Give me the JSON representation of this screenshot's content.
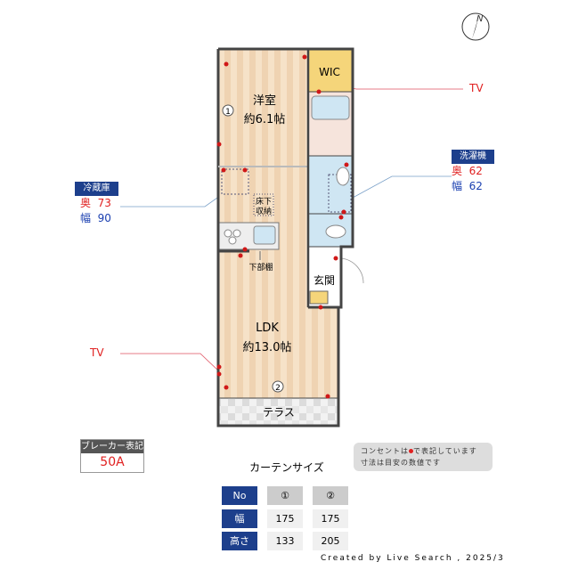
{
  "rooms": {
    "western": {
      "name": "洋室",
      "size": "約6.1帖"
    },
    "wic": "WIC",
    "ldk": {
      "name": "LDK",
      "size": "約13.0帖"
    },
    "entrance": "玄関",
    "underfloor": [
      "床下",
      "収納"
    ],
    "lower_shelf": "下部棚",
    "terrace": "テラス",
    "curtain_marks": [
      "1",
      "2"
    ]
  },
  "callouts": {
    "tv_top": "TV",
    "tv_left": "TV",
    "washer": {
      "title": "洗濯機",
      "depth_label": "奥",
      "depth": "62",
      "width_label": "幅",
      "width": "62"
    },
    "fridge": {
      "title": "冷蔵庫",
      "depth_label": "奥",
      "depth": "73",
      "width_label": "幅",
      "width": "90"
    }
  },
  "compass": "N",
  "breaker": {
    "label": "ブレーカー表記",
    "value": "50A"
  },
  "note": {
    "line1_pre": "コンセントは",
    "line1_post": "で表記しています",
    "line2": "寸法は目安の数値です"
  },
  "curtain": {
    "title": "カーテンサイズ",
    "headers": [
      "No",
      "①",
      "②"
    ],
    "rows": [
      {
        "label": "幅",
        "values": [
          "175",
          "175"
        ]
      },
      {
        "label": "高さ",
        "values": [
          "133",
          "205"
        ]
      }
    ]
  },
  "credit": "Created by Live Search , 2025/3",
  "colors": {
    "navy": "#1d3f8c",
    "red": "#e02020",
    "wood": "#f3dcc0",
    "wic": "#f5d57a",
    "water": "#cfe6f3"
  }
}
